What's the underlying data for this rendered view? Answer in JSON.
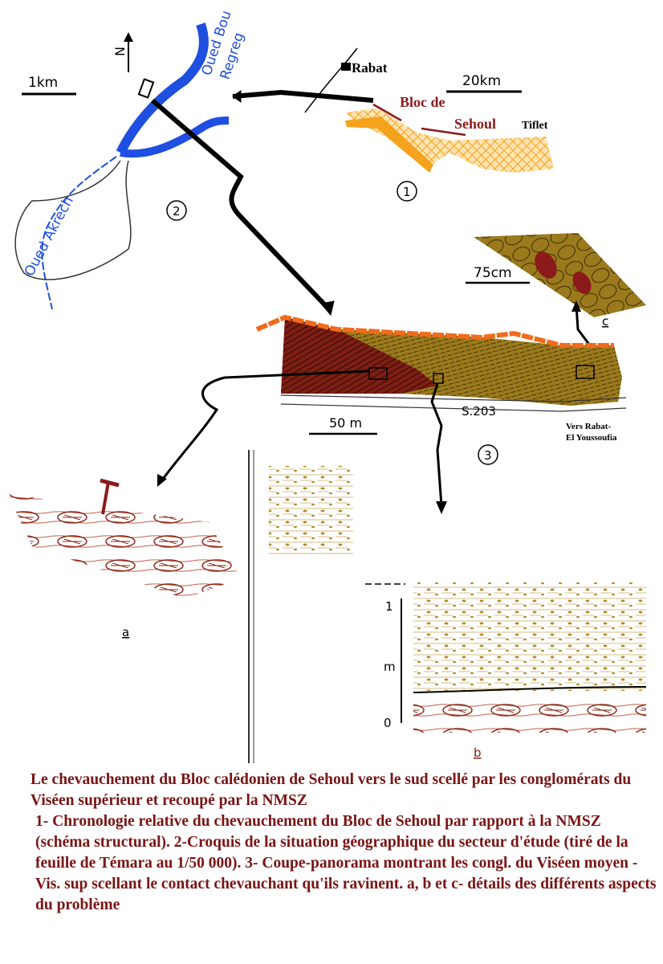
{
  "map2": {
    "scale": "1km",
    "north": "N",
    "river1_a": "Oued Bou",
    "river1_b": "Regreg",
    "river2": "Oued Akrech",
    "number": "2"
  },
  "map1": {
    "city": "Rabat",
    "scale": "20km",
    "bloc_a": "Bloc  de",
    "bloc_b": "Sehoul",
    "town": "Tiflet",
    "number": "1"
  },
  "section3": {
    "road": "S.203",
    "scale": "50 m",
    "direction_a": "Vers Rabat-",
    "direction_b": "El Youssoufia",
    "number": "3"
  },
  "detail_c": {
    "scale": "75cm",
    "label": "c"
  },
  "detail_a": {
    "label": "a"
  },
  "detail_b": {
    "tick_top": "1",
    "unit": "m",
    "tick_bottom": "0",
    "label": "b"
  },
  "caption": {
    "title": "Le chevauchement du Bloc calédonien de Sehoul vers le sud scellé par les conglomérats du Viséen supérieur et recoupé par la NMSZ",
    "body": "1- Chronologie relative du chevauchement du Bloc de Sehoul par rapport à la NMSZ (schéma structural).  2-Croquis de la situation géographique du secteur d'étude (tiré de la feuille de Témara au 1/50 000).  3- Coupe-panorama montrant les congl. du Viséen moyen - Vis. sup scellant le contact chevauchant qu'ils ravinent.  a, b et c- détails des différents aspects du problème"
  },
  "colors": {
    "river": "#1f4fe0",
    "thrust": "#8b1a1a",
    "orange": "#f5a21d",
    "olive": "#9a7a1c",
    "dark_red": "#7e1e12",
    "caption": "#7a1414"
  }
}
